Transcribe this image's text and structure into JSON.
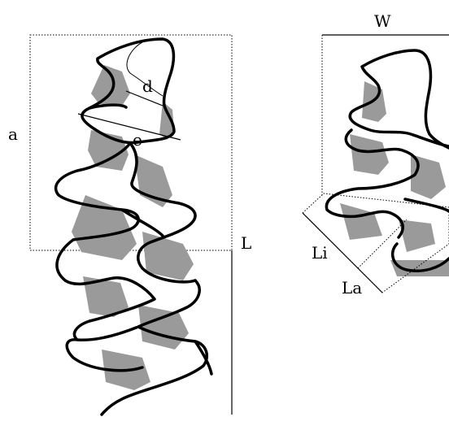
{
  "figure": {
    "left_panel": {
      "labels": {
        "a": "a",
        "d": "d",
        "e": "e",
        "L": "L"
      }
    },
    "right_panel": {
      "labels": {
        "W": "W",
        "Li": "Li",
        "La": "La"
      }
    },
    "colors": {
      "outline": "#000000",
      "shade": "#9a9a9a",
      "fill": "#ffffff",
      "guide": "#000000"
    }
  }
}
